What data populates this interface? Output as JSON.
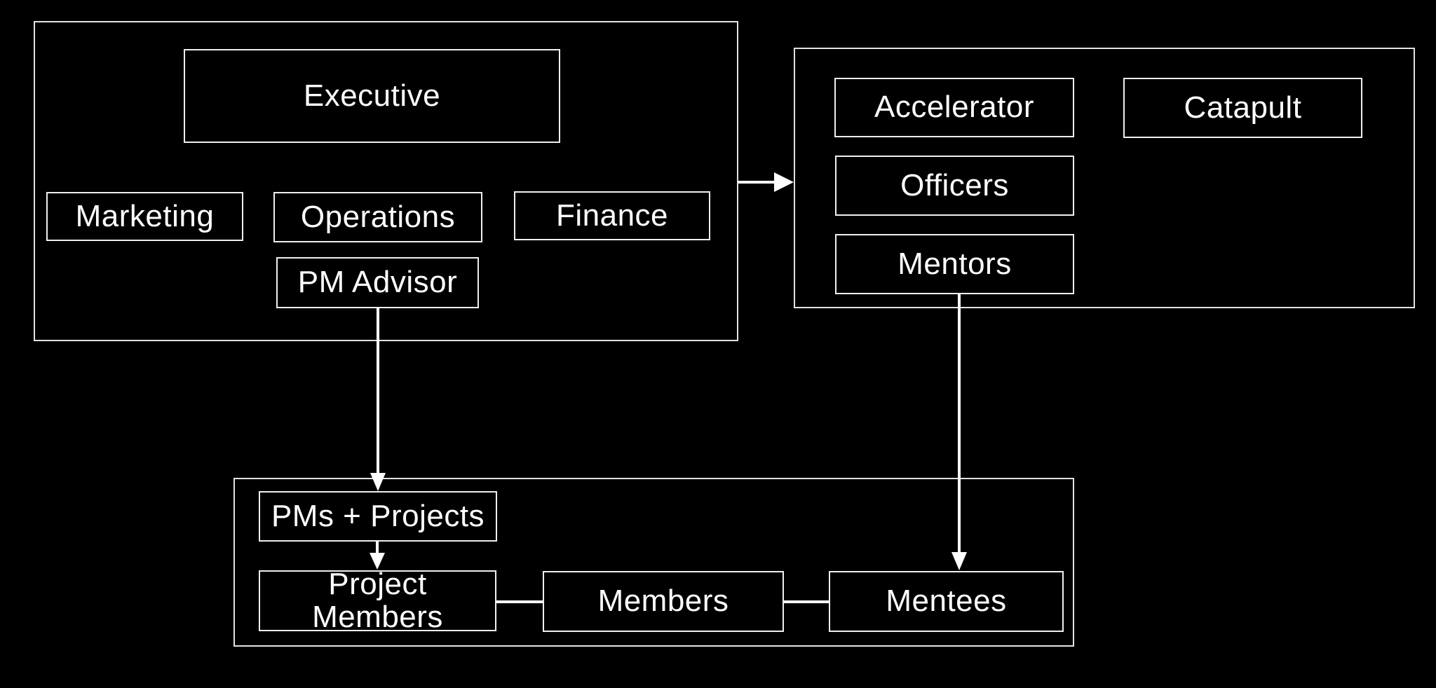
{
  "canvas": {
    "background_color": "#000000",
    "box_border_color": "#efefef",
    "group_border_color": "#e2e2e2",
    "text_color": "#ffffff",
    "arrow_color": "#ffffff"
  },
  "nodes": {
    "executive": {
      "label": "Executive"
    },
    "marketing": {
      "label": "Marketing"
    },
    "operations": {
      "label": "Operations"
    },
    "finance": {
      "label": "Finance"
    },
    "pm_advisor": {
      "label": "PM Advisor"
    },
    "accelerator": {
      "label": "Accelerator"
    },
    "catapult": {
      "label": "Catapult"
    },
    "officers": {
      "label": "Officers"
    },
    "mentors": {
      "label": "Mentors"
    },
    "pms_projects": {
      "label": "PMs + Projects"
    },
    "project_members": {
      "label": "Project Members"
    },
    "members": {
      "label": "Members"
    },
    "mentees": {
      "label": "Mentees"
    }
  },
  "groups": {
    "left_group": {
      "contains": [
        "executive",
        "marketing",
        "operations",
        "finance",
        "pm_advisor"
      ]
    },
    "right_group": {
      "contains": [
        "accelerator",
        "catapult",
        "officers",
        "mentors"
      ]
    },
    "bottom_group": {
      "contains": [
        "pms_projects",
        "project_members",
        "members",
        "mentees"
      ]
    }
  },
  "connections": [
    {
      "from": "left_group",
      "to": "right_group",
      "type": "arrow"
    },
    {
      "from": "pm_advisor",
      "to": "pms_projects",
      "type": "arrow"
    },
    {
      "from": "pms_projects",
      "to": "project_members",
      "type": "arrow"
    },
    {
      "from": "mentors",
      "to": "mentees",
      "type": "arrow"
    },
    {
      "from": "project_members",
      "to": "members",
      "type": "line"
    },
    {
      "from": "members",
      "to": "mentees",
      "type": "line"
    }
  ]
}
